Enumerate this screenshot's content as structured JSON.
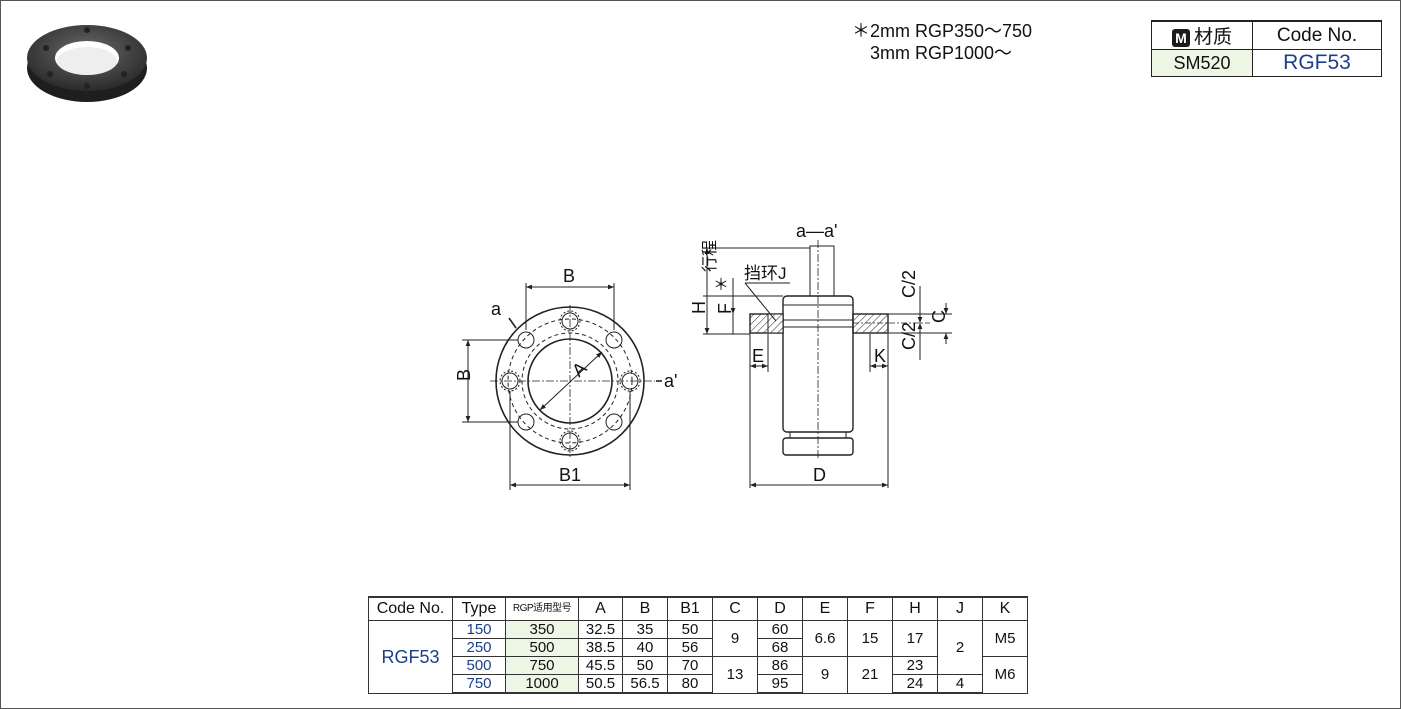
{
  "note": {
    "line1": "＊2mm  RGP350～750",
    "line2": "3mm  RGP1000～"
  },
  "material_table": {
    "badge": "M",
    "material_header": "材质",
    "code_header": "Code No.",
    "material_value": "SM520",
    "code_value": "RGF53"
  },
  "drawing": {
    "label_B_top": "B",
    "label_a": "a",
    "label_a_prime": "a'",
    "label_B_left": "B",
    "label_A": "A",
    "label_B1": "B1",
    "label_section": "a—a'",
    "label_stroke": "行程",
    "label_star": "＊",
    "label_ring": "挡环J",
    "label_H": "H",
    "label_F": "F",
    "label_E": "E",
    "label_K": "K",
    "label_C2_top": "C/2",
    "label_C": "C",
    "label_C2_bottom": "C/2",
    "label_D": "D"
  },
  "spec_table": {
    "headers": [
      "Code No.",
      "Type",
      "RGP适用型号",
      "A",
      "B",
      "B1",
      "C",
      "D",
      "E",
      "F",
      "H",
      "J",
      "K"
    ],
    "code": "RGF53",
    "rows": [
      {
        "type": "150",
        "rgp": "350",
        "A": "32.5",
        "B": "35",
        "B1": "50",
        "D": "60"
      },
      {
        "type": "250",
        "rgp": "500",
        "A": "38.5",
        "B": "40",
        "B1": "56",
        "D": "68"
      },
      {
        "type": "500",
        "rgp": "750",
        "A": "45.5",
        "B": "50",
        "B1": "70",
        "D": "86"
      },
      {
        "type": "750",
        "rgp": "1000",
        "A": "50.5",
        "B": "56.5",
        "B1": "80",
        "D": "95"
      }
    ],
    "merged": {
      "C_top": "9",
      "C_bottom": "13",
      "E_top": "6.6",
      "E_bottom": "9",
      "F_top": "15",
      "F_bottom": "21",
      "H_top": "17",
      "H_row3": "23",
      "H_row4": "24",
      "J_top": "2",
      "J_row4": "4",
      "K_top": "M5",
      "K_bottom": "M6"
    }
  }
}
